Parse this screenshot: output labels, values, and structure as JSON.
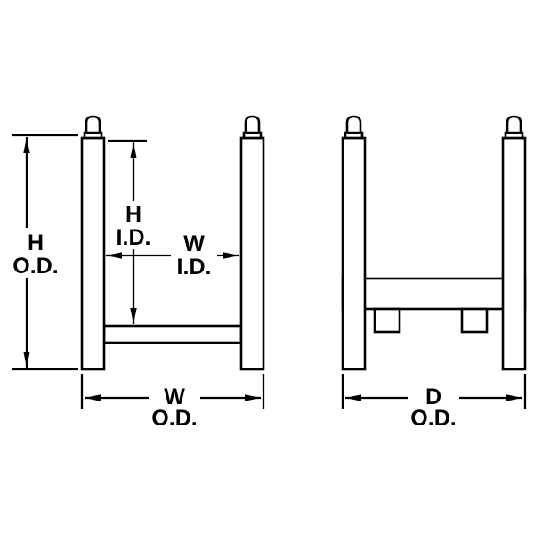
{
  "colors": {
    "line": "#000000",
    "background": "#ffffff"
  },
  "labels": {
    "h_od": {
      "line1": "H",
      "line2": "O.D."
    },
    "h_id": {
      "line1": "H",
      "line2": "I.D."
    },
    "w_id": {
      "line1": "W",
      "line2": "I.D."
    },
    "w_od": {
      "line1": "W",
      "line2": "O.D."
    },
    "d_od": {
      "line1": "D",
      "line2": "O.D."
    }
  }
}
